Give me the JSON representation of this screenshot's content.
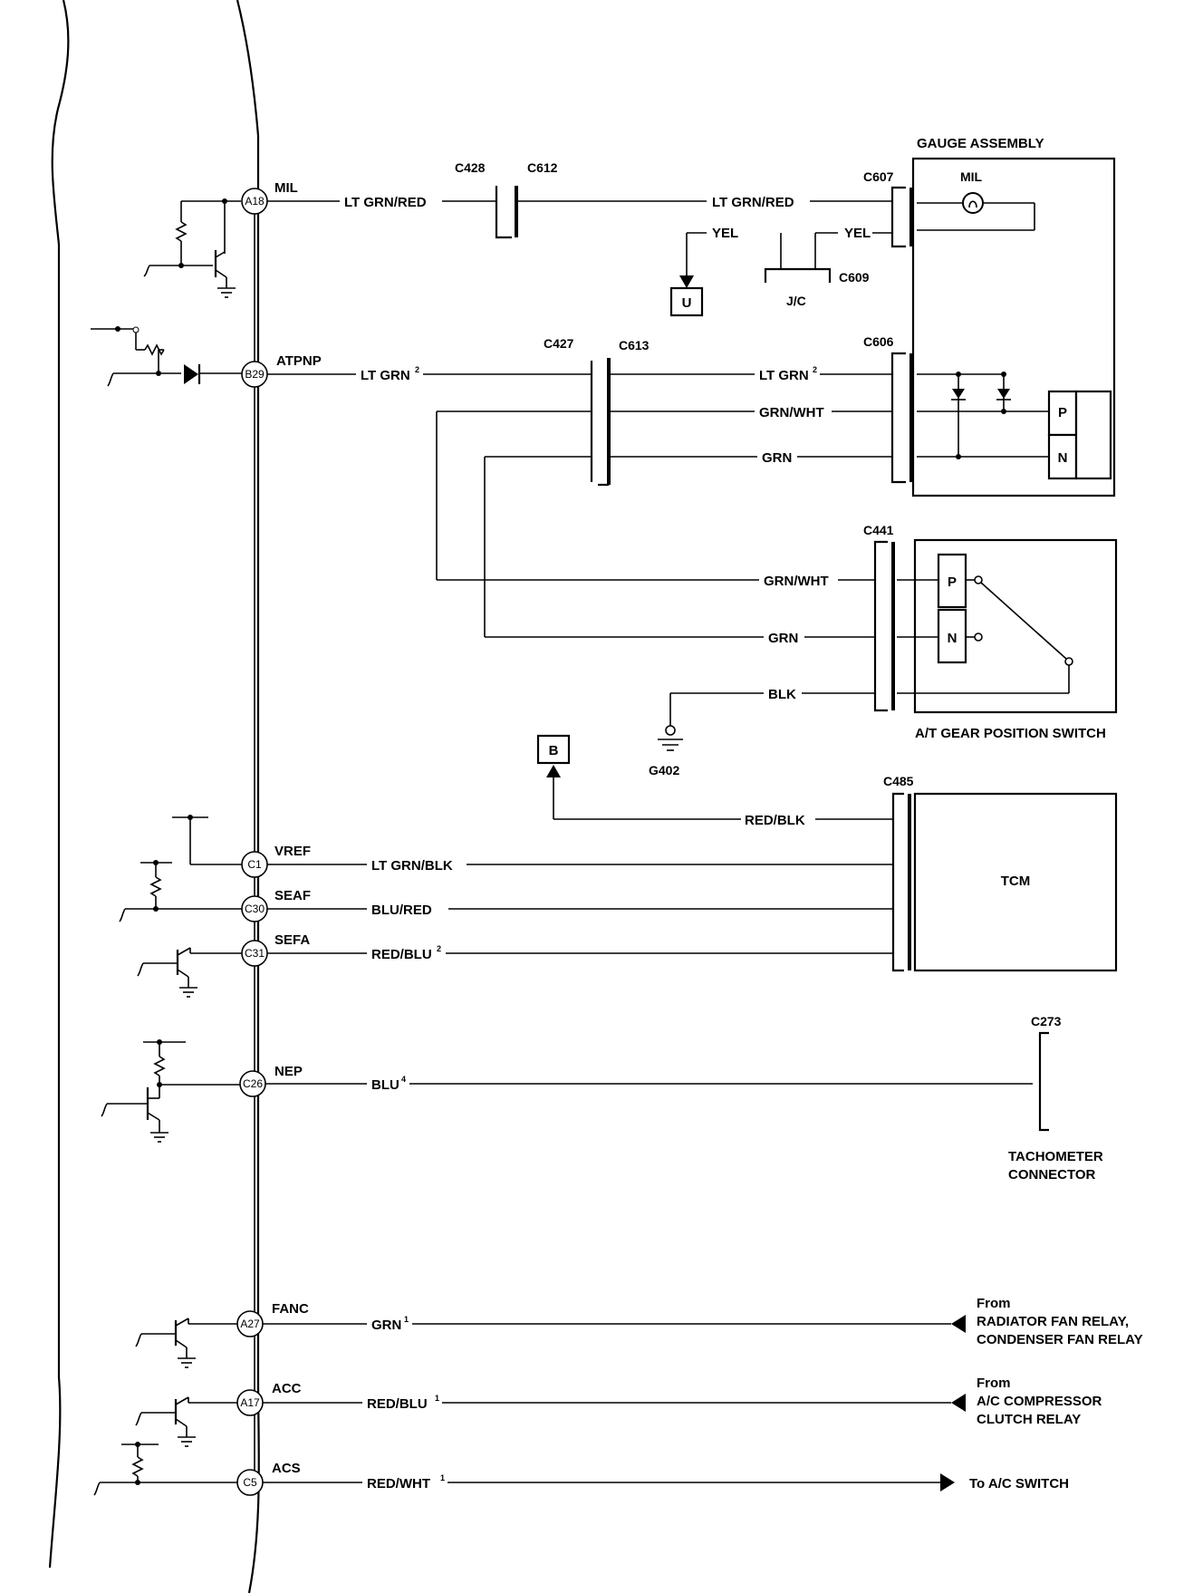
{
  "ecm_terminals": [
    {
      "id": "A18",
      "name": "MIL",
      "wire": "LT GRN/RED",
      "sup": ""
    },
    {
      "id": "B29",
      "name": "ATPNP",
      "wire": "LT GRN",
      "sup": "2"
    },
    {
      "id": "C1",
      "name": "VREF",
      "wire": "LT GRN/BLK",
      "sup": ""
    },
    {
      "id": "C30",
      "name": "SEAF",
      "wire": "BLU/RED",
      "sup": ""
    },
    {
      "id": "C31",
      "name": "SEFA",
      "wire": "RED/BLU",
      "sup": "2"
    },
    {
      "id": "C26",
      "name": "NEP",
      "wire": "BLU",
      "sup": "4"
    },
    {
      "id": "A27",
      "name": "FANC",
      "wire": "GRN",
      "sup": "1"
    },
    {
      "id": "A17",
      "name": "ACC",
      "wire": "RED/BLU",
      "sup": "1"
    },
    {
      "id": "C5",
      "name": "ACS",
      "wire": "RED/WHT",
      "sup": "1"
    }
  ],
  "connectors": {
    "c428": "C428",
    "c612": "C612",
    "c607": "C607",
    "c609": "C609",
    "c427": "C427",
    "c613": "C613",
    "c606": "C606",
    "c441": "C441",
    "c485": "C485",
    "c273": "C273"
  },
  "wires": {
    "lt_grn_red_2": "LT GRN/RED",
    "yel_left": "YEL",
    "yel_right": "YEL",
    "lt_grn_2": "LT GRN",
    "lt_grn_2_sup": "2",
    "grn_wht_1": "GRN/WHT",
    "grn_1": "GRN",
    "grn_wht_2": "GRN/WHT",
    "grn_2": "GRN",
    "blk": "BLK",
    "red_blk": "RED/BLK"
  },
  "components": {
    "gauge_assembly": "GAUGE ASSEMBLY",
    "mil": "MIL",
    "jc": "J/C",
    "u": "U",
    "b": "B",
    "g402": "G402",
    "p_gauge": "P",
    "n_gauge": "N",
    "p_switch": "P",
    "n_switch": "N",
    "at_switch": "A/T GEAR POSITION SWITCH",
    "tcm": "TCM",
    "tach_line1": "TACHOMETER",
    "tach_line2": "CONNECTOR",
    "fan_from": "From",
    "fan_line1": "RADIATOR FAN RELAY,",
    "fan_line2": "CONDENSER FAN RELAY",
    "acc_from": "From",
    "acc_line1": "A/C COMPRESSOR",
    "acc_line2": "CLUTCH RELAY",
    "acs_to": "To A/C SWITCH"
  }
}
